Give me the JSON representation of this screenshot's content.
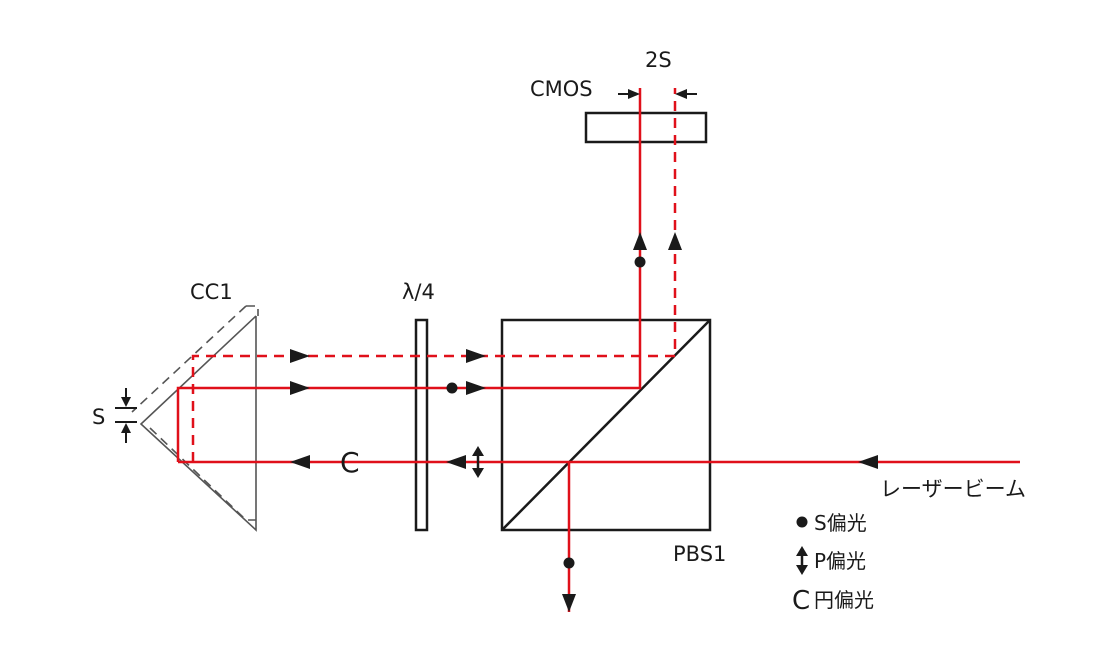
{
  "labels": {
    "cmos": "CMOS",
    "two_s": "2S",
    "cc1": "CC1",
    "quarter_wave": "λ/4",
    "s": "S",
    "circular_symbol": "C",
    "laser_beam": "レーザービーム",
    "pbs1": "PBS1"
  },
  "legend": {
    "s_polarization": "S偏光",
    "p_polarization": "P偏光",
    "circular_polarization": "円偏光"
  },
  "colors": {
    "beam": "#e0101a",
    "component": "#1a1a1a"
  }
}
